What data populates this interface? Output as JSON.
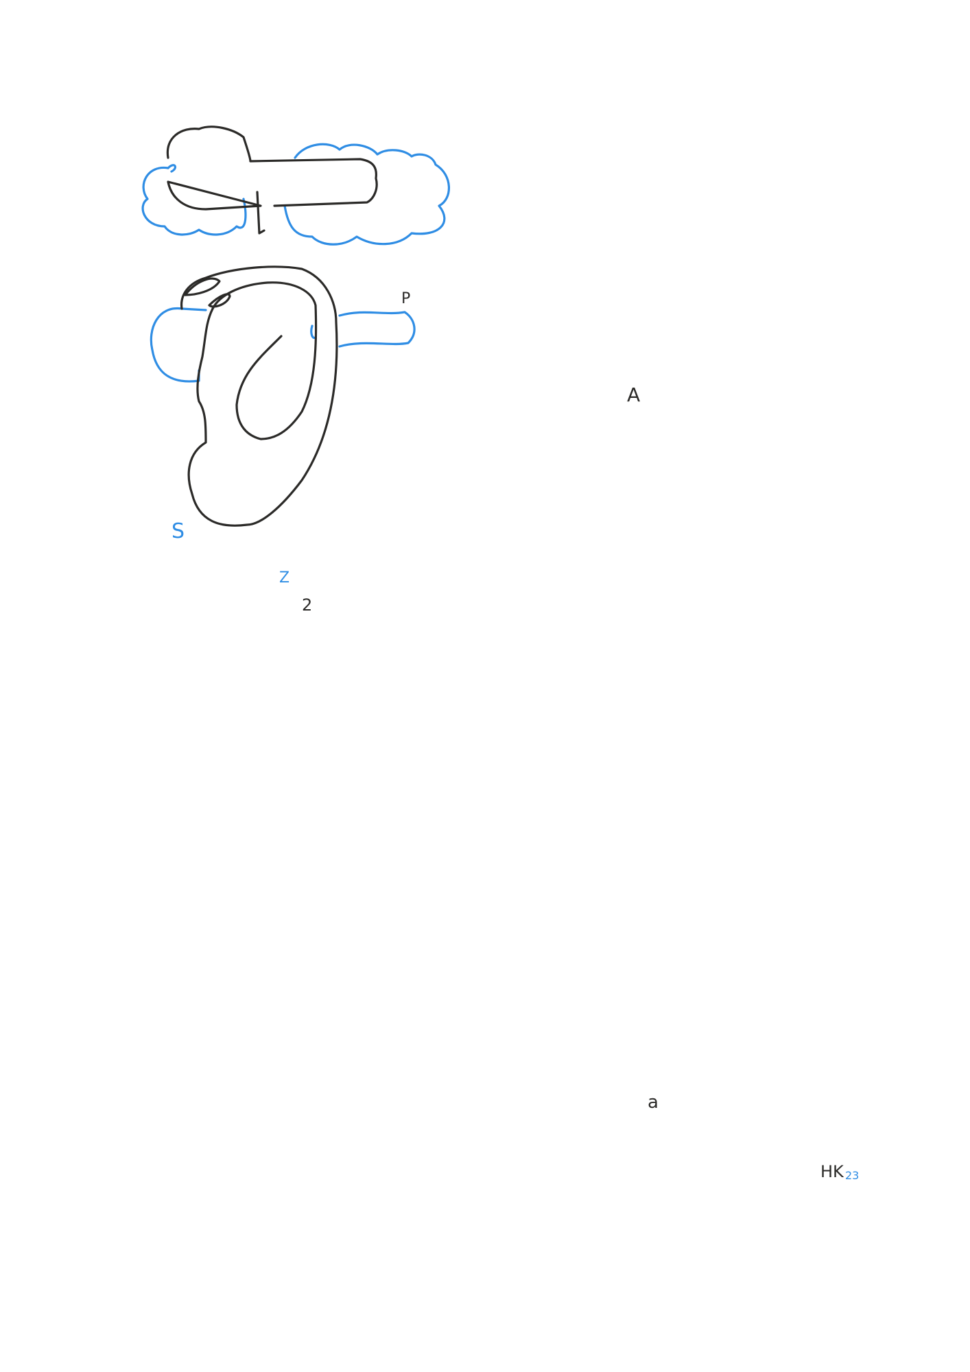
{
  "artwork": {
    "medium": "pen drawing, black and blue ink",
    "colors": {
      "ink_black": "#2b2a28",
      "ink_blue": "#2f8de4",
      "paper": "#ffffff"
    }
  },
  "labels": {
    "p": "P",
    "a": "A",
    "s": "S",
    "z": "Z",
    "two": "2",
    "alpha": "a",
    "signature_initials": "HK",
    "signature_year": "23"
  }
}
